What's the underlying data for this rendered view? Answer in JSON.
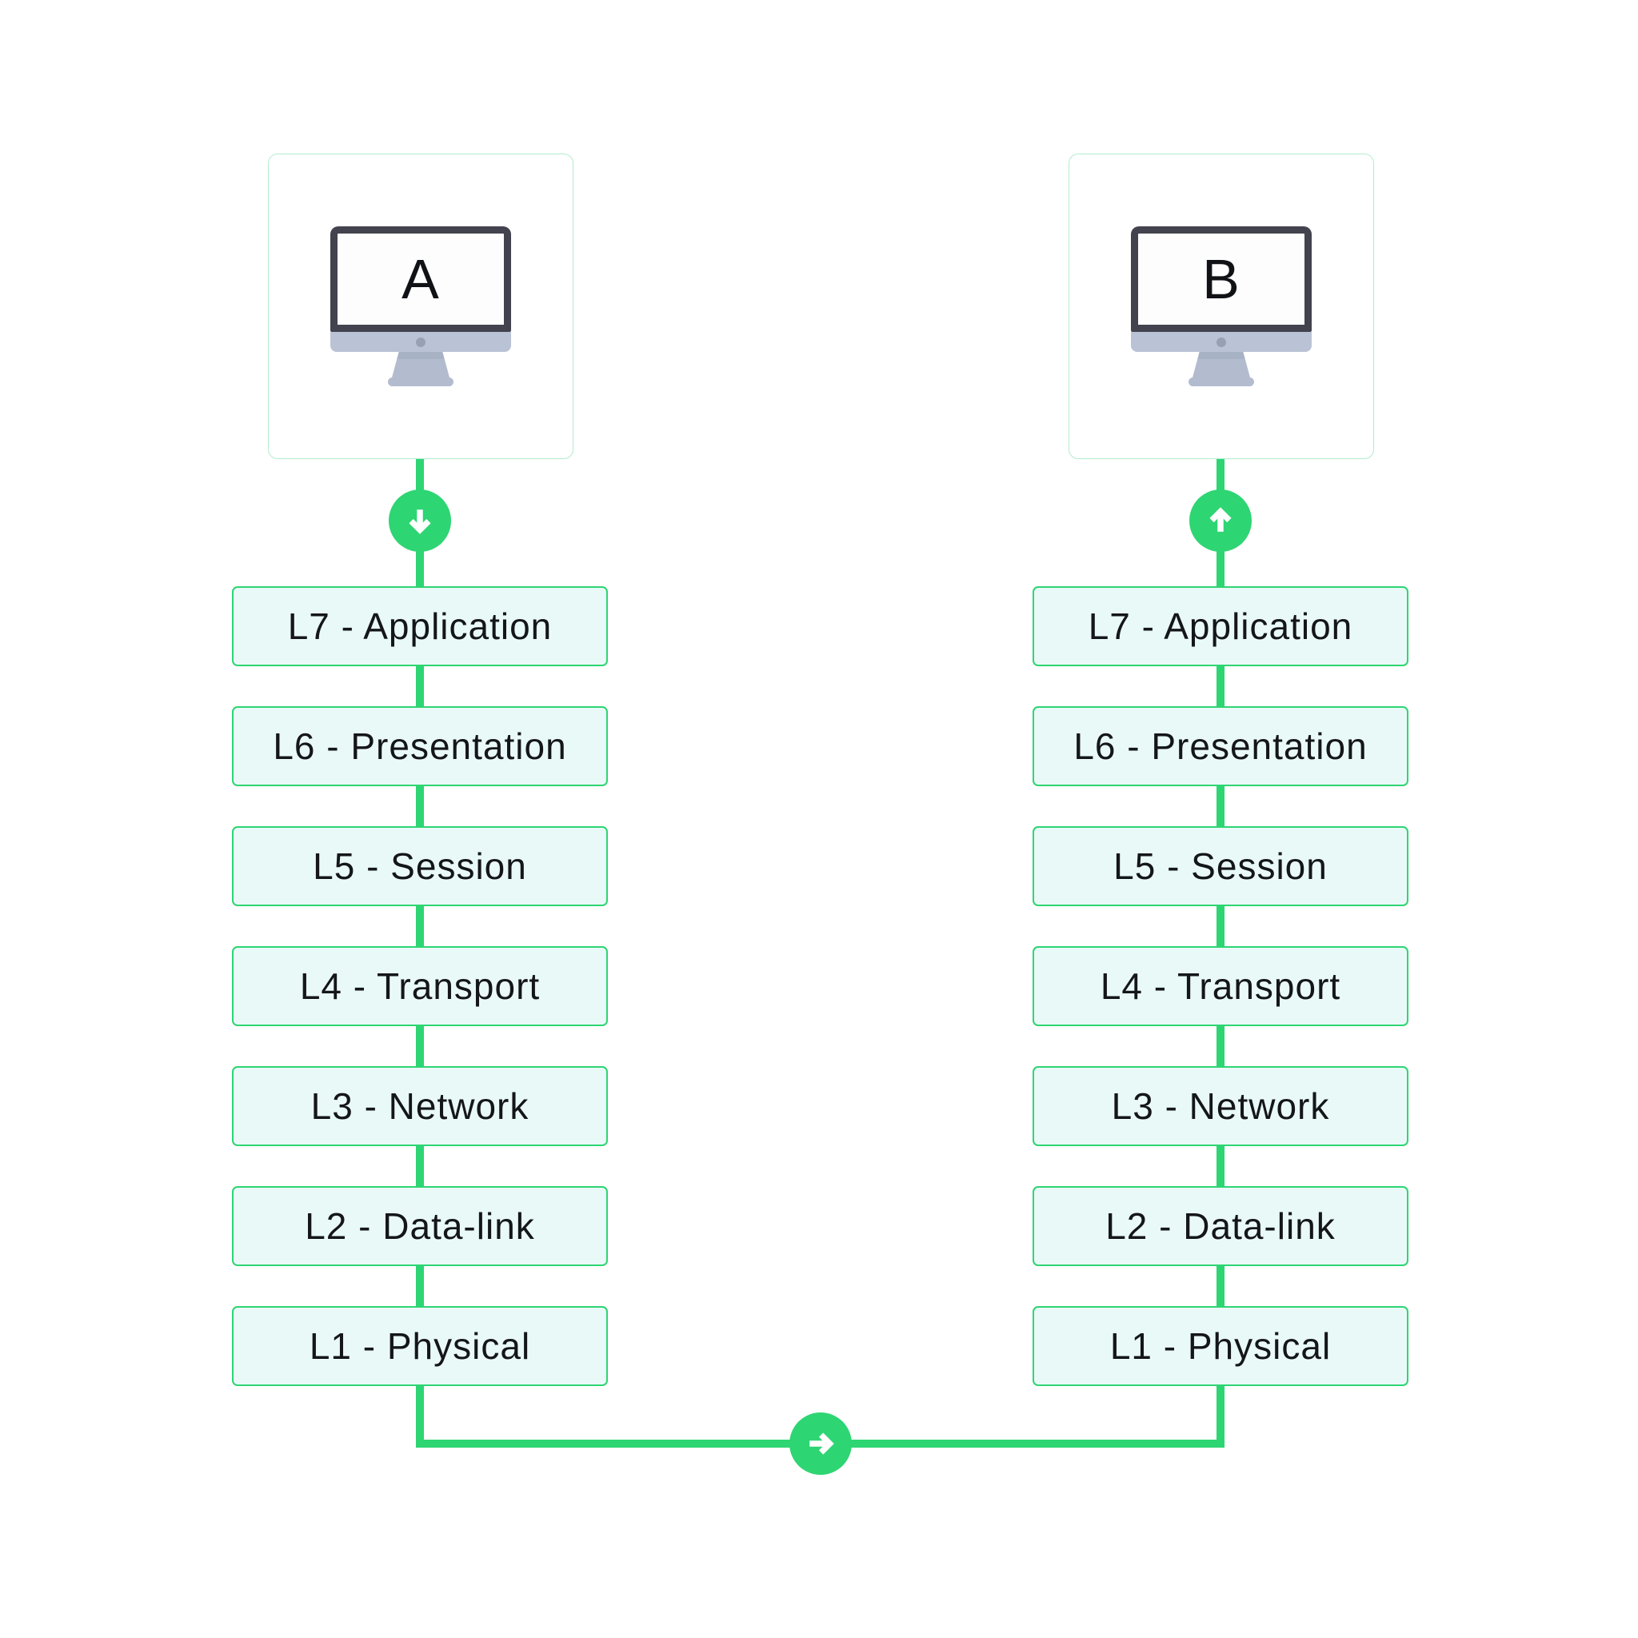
{
  "diagram": {
    "type": "osi-model-two-hosts",
    "hosts": [
      {
        "id": "A",
        "label": "A",
        "flow_direction": "down",
        "flow_icon": "arrow-down-icon",
        "device_icon": "imac-monitor-icon",
        "layers": [
          "L7 - Application",
          "L6 - Presentation",
          "L5 - Session",
          "L4 - Transport",
          "L3 - Network",
          "L2 - Data-link",
          "L1 - Physical"
        ]
      },
      {
        "id": "B",
        "label": "B",
        "flow_direction": "up",
        "flow_icon": "arrow-up-icon",
        "device_icon": "imac-monitor-icon",
        "layers": [
          "L7 - Application",
          "L6 - Presentation",
          "L5 - Session",
          "L4 - Transport",
          "L3 - Network",
          "L2 - Data-link",
          "L1 - Physical"
        ]
      }
    ],
    "physical_link": {
      "icon": "arrow-right-icon",
      "direction": "left-to-right"
    },
    "colors": {
      "background": "#ffffff",
      "accent_green": "#2ed573",
      "host_card_border": "#b2ecce",
      "layer_box_bg": "#e9f9f7",
      "layer_box_border": "#2ed573",
      "text": "#14161a",
      "monitor_frame": "#42434e",
      "monitor_chin": "#bac3d5",
      "monitor_stand": "#b3bcce",
      "monitor_stand_shadow": "#a8b2c5",
      "camera_dot": "#98a1b4",
      "arrow_glyph": "#ffffff"
    }
  }
}
